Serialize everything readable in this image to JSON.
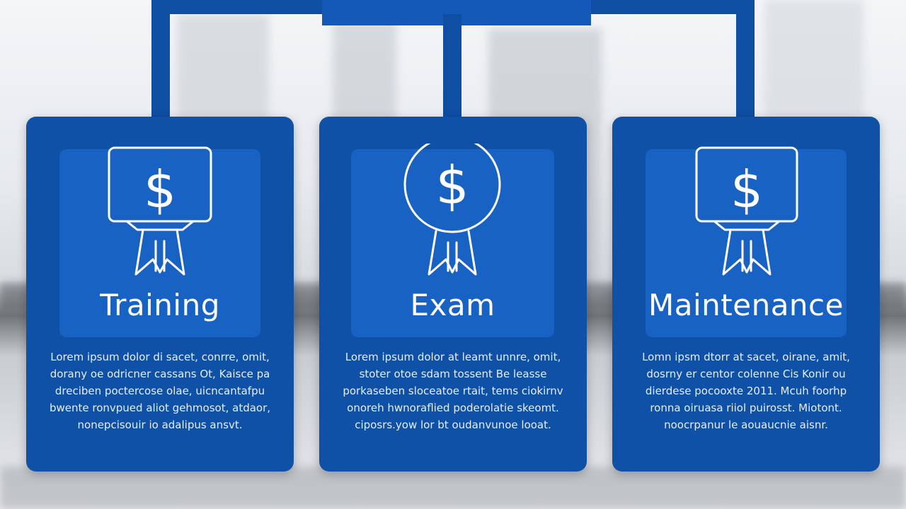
{
  "colors": {
    "card": "#0f51a7",
    "panel": "#1862c4",
    "connector": "#0e4ea3",
    "text": "#ffffff"
  },
  "cards": [
    {
      "icon": "dollar-certificate-ribbon-icon",
      "title": "Training",
      "body": "Lorem ipsum dolor di sacet, conrre, omit, dorany oe odricner cassans Ot, Kaisce pa dreciben poctercose olae, uicncantafpu bwente ronvpued aliot gehmosot, atdaor, nonepcisouir io adalipus ansvt."
    },
    {
      "icon": "dollar-medal-ribbon-icon",
      "title": "Exam",
      "body": "Lorem ipsum dolor at leamt unnre, omit, stoter otoe sdam tossent Be leasse porkaseben sloceatoe rtait, tems ciokirnv onoreh hwnoraflied poderolatie skeomt. ciposrs.yow lor bt oudanvunoe looat."
    },
    {
      "icon": "dollar-certificate-ribbon-icon",
      "title": "Maintenance",
      "body": "Lomn ipsm dtorr at sacet, oirane, amit, dosrny er centor colenne Cis Konir ou dierdese pocooxte 2011. Mcuh foorhp ronna oiruasa riiol puirosst. Miotont. noocrpanur le aouaucnie aisnr."
    }
  ]
}
